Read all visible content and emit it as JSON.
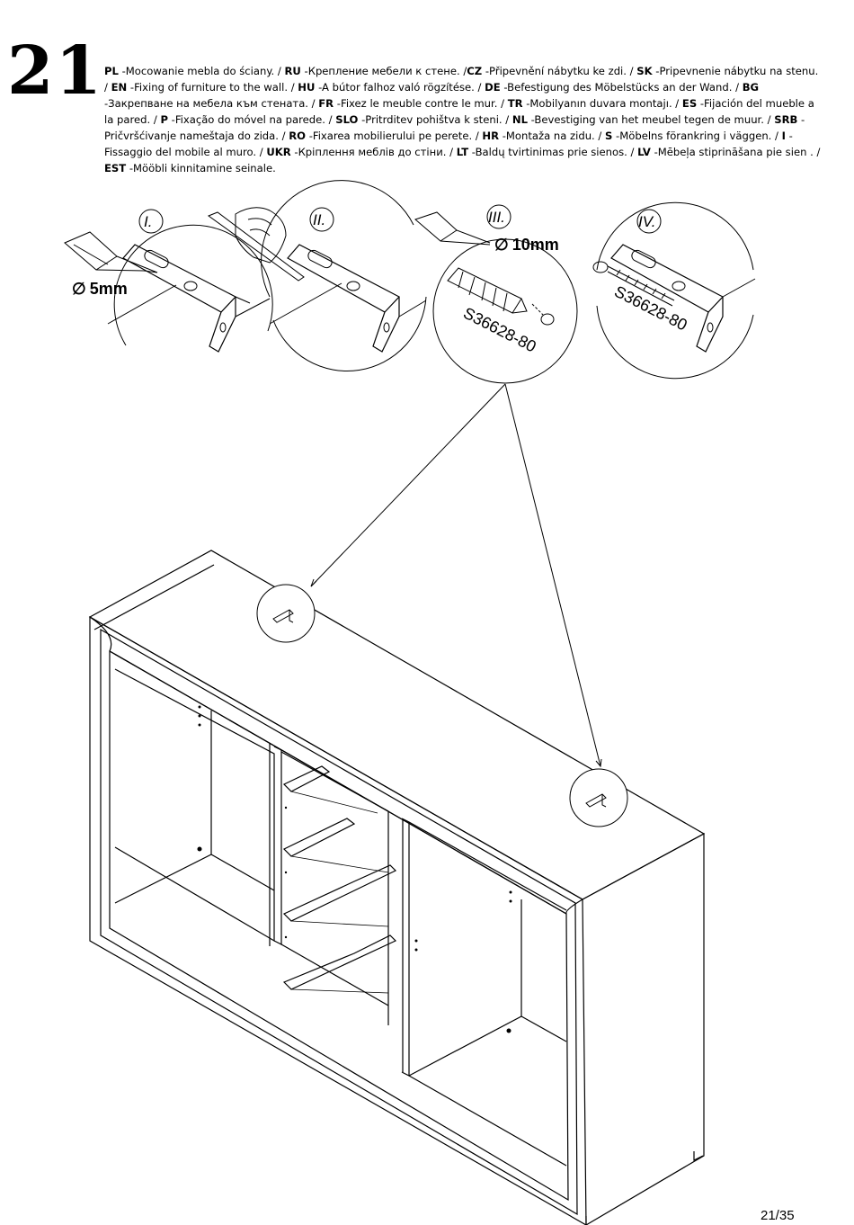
{
  "step": {
    "number": "21"
  },
  "instructions": [
    {
      "code": "PL",
      "text": " -Mocowanie mebla do ściany. / "
    },
    {
      "code": "RU",
      "text": " -Крепление мебели к стене. /"
    },
    {
      "code": "CZ",
      "text": " -Připevnění nábytku ke zdi. / "
    },
    {
      "code": "SK",
      "text": " -Pripevnenie nábytku na stenu. / "
    },
    {
      "code": "EN",
      "text": " -Fixing of furniture to the wall. / "
    },
    {
      "code": "HU",
      "text": " -A bútor falhoz való rögzítése. / "
    },
    {
      "code": "DE",
      "text": " -Befestigung des Möbelstücks an der Wand. / "
    },
    {
      "code": "BG",
      "text": " -Закрепване на мебела към стената. / "
    },
    {
      "code": "FR",
      "text": " -Fixez le meuble contre le mur. / "
    },
    {
      "code": "TR",
      "text": " -Mobilyanın duvara montajı. / "
    },
    {
      "code": "ES",
      "text": " -Fijación del mueble a la pared. / "
    },
    {
      "code": "P",
      "text": " -Fixação do móvel na parede. / "
    },
    {
      "code": "SLO",
      "text": " -Pritrditev pohištva k steni. / "
    },
    {
      "code": "NL",
      "text": " -Bevestiging van het meubel tegen de muur. / "
    },
    {
      "code": "SRB",
      "text": " -Pričvršćivanje nameštaja do zida. / "
    },
    {
      "code": "RO",
      "text": " -Fixarea mobilierului pe perete. / "
    },
    {
      "code": "HR",
      "text": " -Montaža na zidu. / "
    },
    {
      "code": "S",
      "text": " -Möbelns förankring i väggen. / "
    },
    {
      "code": "I",
      "text": " -Fissaggio del mobile al muro. / "
    },
    {
      "code": "UKR",
      "text": " -Кріплення меблів до стіни. / "
    },
    {
      "code": "LT",
      "text": " -Baldų tvirtinimas prie sienos. / "
    },
    {
      "code": "LV",
      "text": " -Mēbeļa stiprināšana pie sien          . / "
    },
    {
      "code": "EST",
      "text": " -Mööbli kinnitamine seinale."
    }
  ],
  "details": [
    {
      "roman": "I.",
      "drill": "5mm"
    },
    {
      "roman": "II."
    },
    {
      "roman": "III.",
      "drill": "10mm",
      "part": "S36628-80"
    },
    {
      "roman": "IV.",
      "part": "S36628-80"
    }
  ],
  "diameter_symbol": "∅",
  "page": {
    "number": "21/35"
  }
}
